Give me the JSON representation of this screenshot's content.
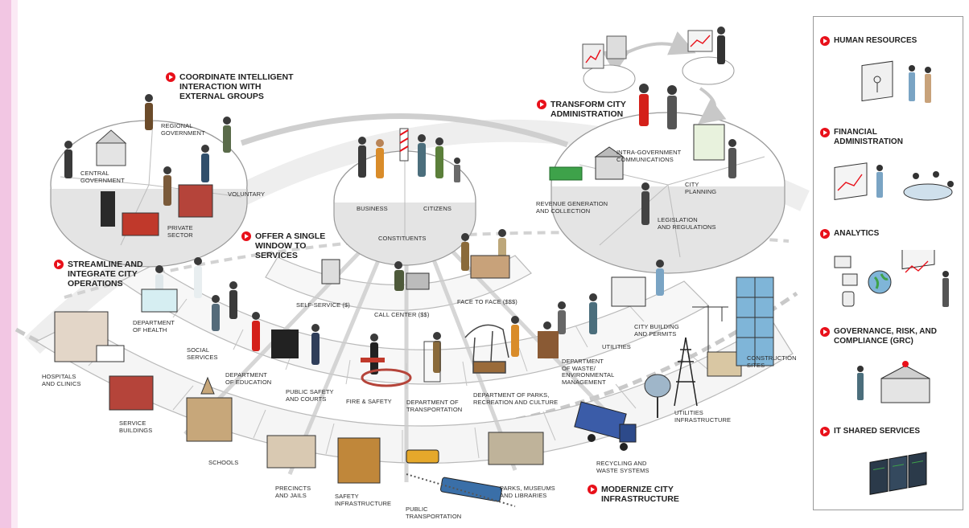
{
  "callouts": {
    "coordinate": "COORDINATE INTELLIGENT\nINTERACTION WITH\nEXTERNAL GROUPS",
    "transform": "TRANSFORM CITY\nADMINISTRATION",
    "single_window": "OFFER A SINGLE\nWINDOW TO\nSERVICES",
    "streamline": "STREAMLINE AND\nINTEGRATE CITY\nOPERATIONS",
    "modernize": "MODERNIZE CITY\nINFRASTRUCTURE"
  },
  "external_groups": {
    "regional": "REGIONAL\nGOVERNMENT",
    "central": "CENTRAL\nGOVERNMENT",
    "voluntary": "VOLUNTARY",
    "private": "PRIVATE\nSECTOR"
  },
  "constituents": {
    "business": "BUSINESS",
    "citizens": "CITIZENS",
    "hub": "CONSTITUENTS"
  },
  "administration": {
    "intra": "INTRA-GOVERNMENT\nCOMMUNICATIONS",
    "planning": "CITY\nPLANNING",
    "revenue": "REVENUE GENERATION\nAND COLLECTION",
    "legislation": "LEGISLATION\nAND REGULATIONS"
  },
  "service_channels": {
    "self_service": "SELF-SERVICE ($)",
    "call_center": "CALL CENTER ($$)",
    "face_to_face": "FACE TO FACE ($$$)"
  },
  "departments": {
    "health": "DEPARTMENT\nOF HEALTH",
    "social": "SOCIAL\nSERVICES",
    "education": "DEPARTMENT\nOF EDUCATION",
    "public_safety": "PUBLIC SAFETY\nAND COURTS",
    "fire": "FIRE & SAFETY",
    "transportation": "DEPARTMENT OF\nTRANSPORTATION",
    "parks": "DEPARTMENT OF PARKS,\nRECREATION AND CULTURE",
    "waste": "DEPARTMENT\nOF WASTE/\nENVIRONMENTAL\nMANAGEMENT",
    "utilities": "UTILITIES",
    "building": "CITY BUILDING\nAND PERMITS"
  },
  "infrastructure": {
    "hospitals": "HOSPITALS\nAND CLINICS",
    "service_buildings": "SERVICE\nBUILDINGS",
    "schools": "SCHOOLS",
    "precincts": "PRECINCTS\nAND JAILS",
    "safety_infra": "SAFETY\nINFRASTRUCTURE",
    "public_transport": "PUBLIC\nTRANSPORTATION",
    "parks_museums": "PARKS, MUSEUMS\nAND LIBRARIES",
    "recycling": "RECYCLING AND\nWASTE SYSTEMS",
    "utilities_infra": "UTILITIES\nINFRASTRUCTURE",
    "construction": "CONSTRUCTION\nSITES"
  },
  "shared_services": [
    {
      "label": "HUMAN RESOURCES"
    },
    {
      "label": "FINANCIAL\nADMINISTRATION"
    },
    {
      "label": "ANALYTICS"
    },
    {
      "label": "GOVERNANCE, RISK, AND\nCOMPLIANCE (GRC)"
    },
    {
      "label": "IT SHARED SERVICES"
    }
  ],
  "colors": {
    "accent": "#e8101a",
    "ring_fill": "#f7f7f7",
    "ring_stroke": "#b9b9b9",
    "dash": "#c9c9c9",
    "margin_band": "#f2c6e3"
  },
  "icons": [
    "people-figure-icon",
    "building-icon",
    "computer-icon",
    "truck-icon",
    "tower-icon",
    "skyscraper-icon",
    "crane-icon",
    "bus-icon",
    "train-icon",
    "dinosaur-icon",
    "chart-icon",
    "server-icon"
  ]
}
